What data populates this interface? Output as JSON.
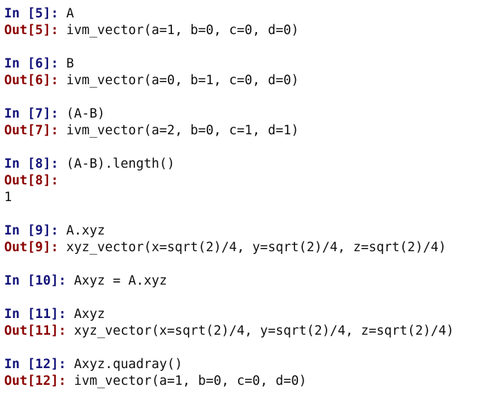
{
  "colors": {
    "in_prompt": "#13137a",
    "out_prompt": "#8b0000",
    "text": "#111111",
    "background": "#ffffff"
  },
  "cells": [
    {
      "in_prompt": "In [5]: ",
      "code": "A",
      "out_prompt": "Out[5]: ",
      "result": "ivm_vector(a=1, b=0, c=0, d=0)"
    },
    {
      "in_prompt": "In [6]: ",
      "code": "B",
      "out_prompt": "Out[6]: ",
      "result": "ivm_vector(a=0, b=1, c=0, d=0)"
    },
    {
      "in_prompt": "In [7]: ",
      "code": "(A-B)",
      "out_prompt": "Out[7]: ",
      "result": "ivm_vector(a=2, b=0, c=1, d=1)"
    },
    {
      "in_prompt": "In [8]: ",
      "code": "(A-B).length()",
      "out_prompt": "Out[8]: ",
      "result": "1"
    },
    {
      "in_prompt": "In [9]: ",
      "code": "A.xyz",
      "out_prompt": "Out[9]: ",
      "result": "xyz_vector(x=sqrt(2)/4, y=sqrt(2)/4, z=sqrt(2)/4)"
    },
    {
      "in_prompt": "In [10]: ",
      "code": "Axyz = A.xyz"
    },
    {
      "in_prompt": "In [11]: ",
      "code": "Axyz",
      "out_prompt": "Out[11]: ",
      "result": "xyz_vector(x=sqrt(2)/4, y=sqrt(2)/4, z=sqrt(2)/4)"
    },
    {
      "in_prompt": "In [12]: ",
      "code": "Axyz.quadray()",
      "out_prompt": "Out[12]: ",
      "result": "ivm_vector(a=1, b=0, c=0, d=0)"
    }
  ]
}
